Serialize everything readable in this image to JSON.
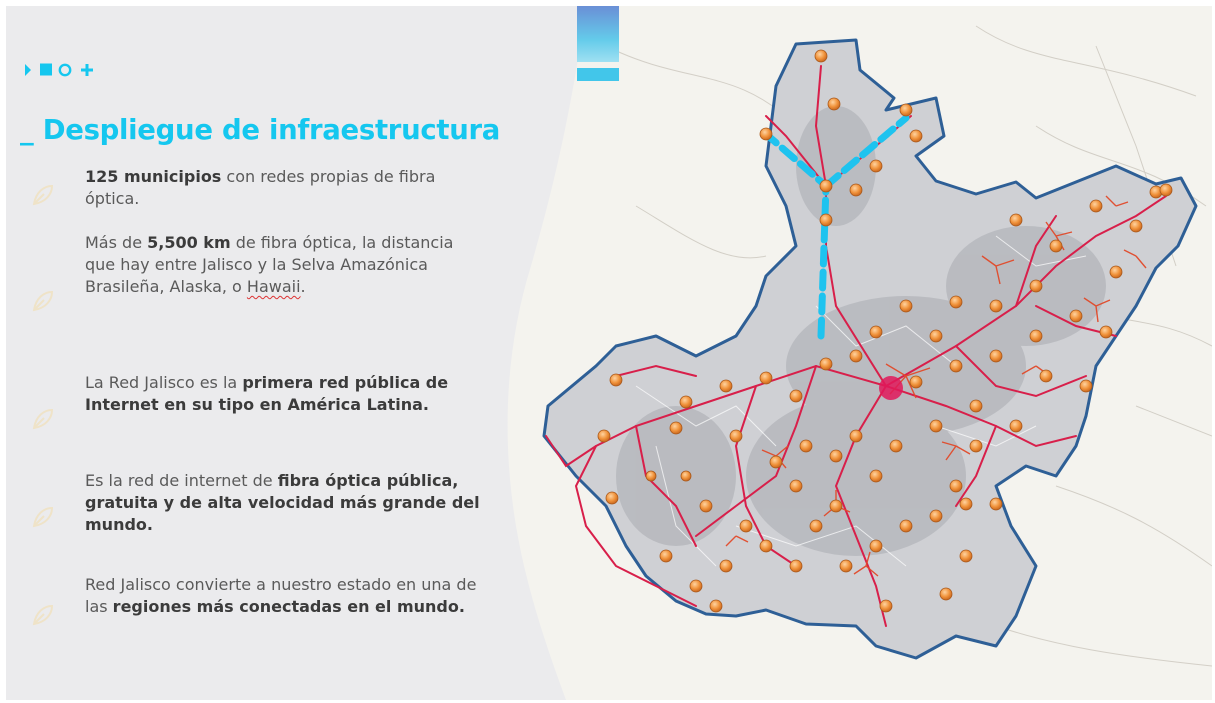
{
  "title": "_ Despliegue de infraestructura",
  "bullets": [
    {
      "pre": "",
      "bold": "125 municipios",
      "post": " con redes propias de fibra óptica."
    },
    {
      "pre": "Más de ",
      "bold": "5,500 km",
      "post": " de fibra óptica, la distancia que hay entre Jalisco y la Selva Amazónica Brasileña, Alaska, o ",
      "squiggle": "Hawaii",
      "tail": "."
    },
    {
      "pre": "La Red Jalisco es la ",
      "bold": "primera red pública de Internet en su tipo en América Latina.",
      "post": ""
    },
    {
      "pre": "Es la red de internet de ",
      "bold": "fibra óptica pública, gratuita y de alta velocidad más grande del mundo.",
      "post": ""
    },
    {
      "pre": "Red Jalisco convierte a nuestro estado en una de las ",
      "bold": "regiones más conectadas en el mundo.",
      "post": ""
    }
  ],
  "colors": {
    "accent": "#15c7ef",
    "border": "#2e5f96",
    "fiber": "#d81f4a",
    "node": "#f0923a",
    "dashed_link": "#1ec3ef"
  },
  "icons": [
    "diamond-icon",
    "square-icon",
    "circle-icon",
    "plus-icon",
    "leaf-icon"
  ]
}
